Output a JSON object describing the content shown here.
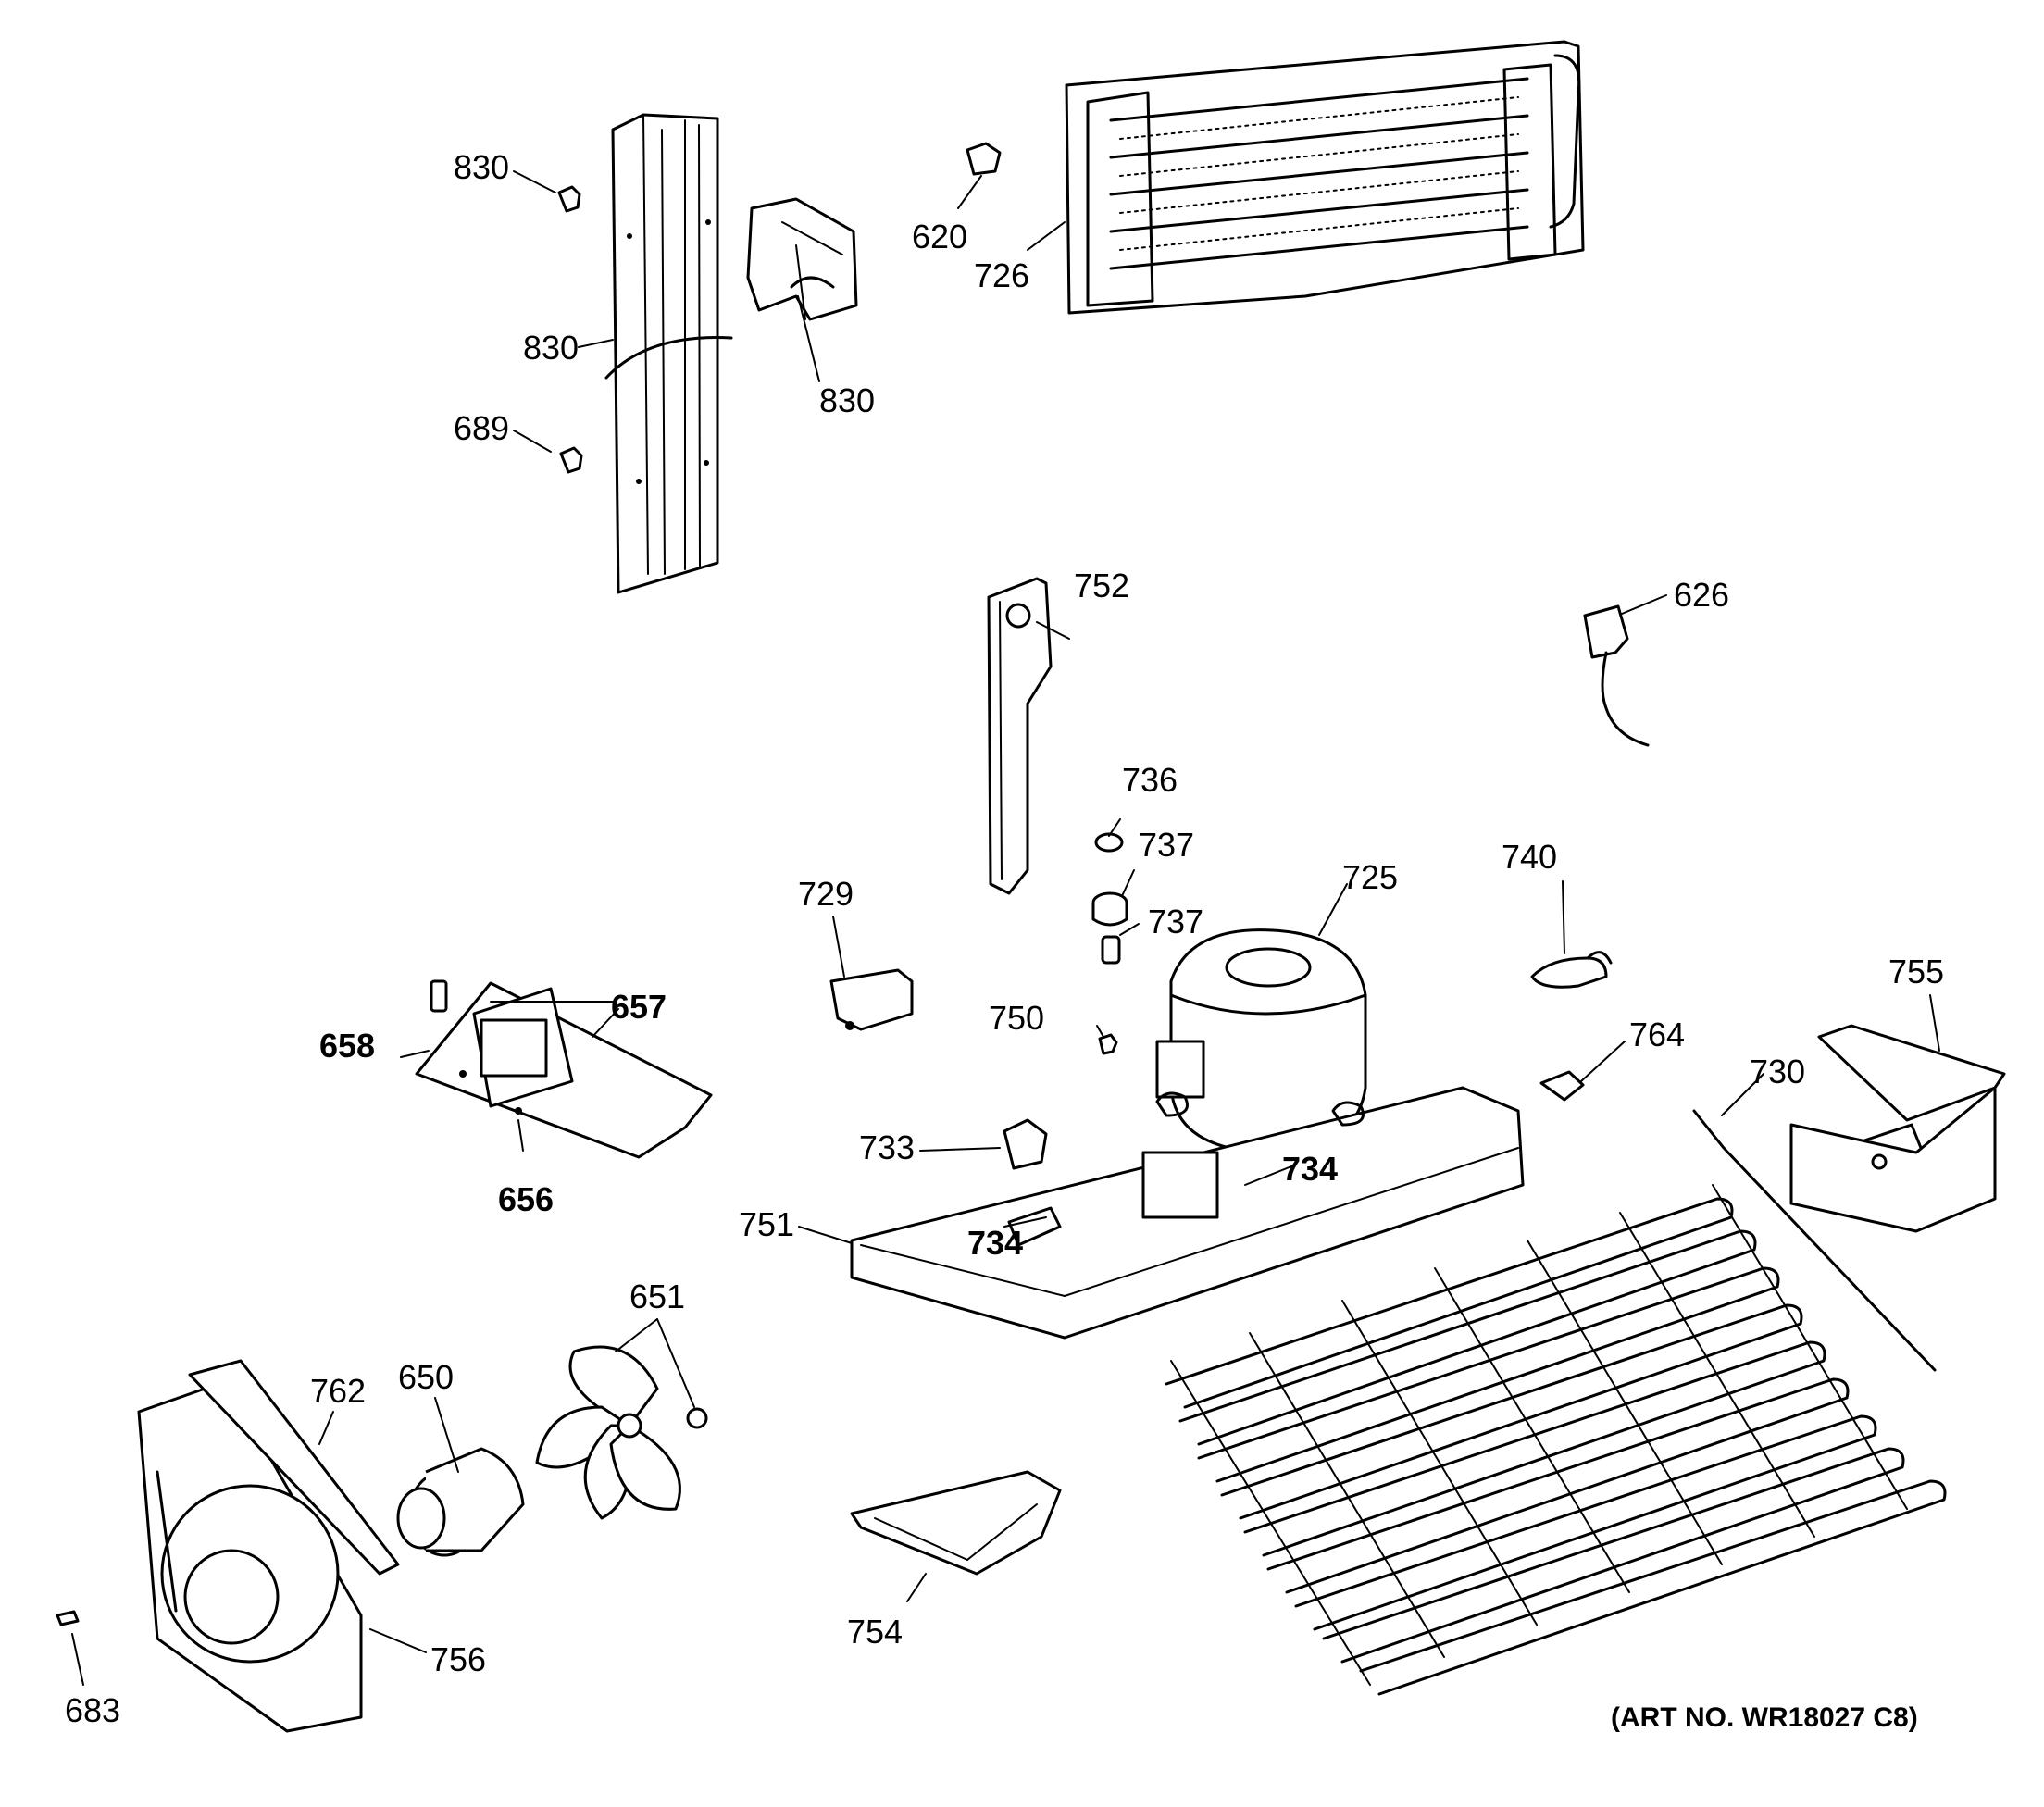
{
  "callouts": {
    "c830a": "830",
    "c830b": "830",
    "c830c": "830",
    "c689": "689",
    "c620": "620",
    "c726": "726",
    "c752": "752",
    "c626": "626",
    "c736": "736",
    "c737a": "737",
    "c737b": "737",
    "c729": "729",
    "c725": "725",
    "c740": "740",
    "c755": "755",
    "c657": "657",
    "c658": "658",
    "c656": "656",
    "c750": "750",
    "c764": "764",
    "c730": "730",
    "c733": "733",
    "c734a": "734",
    "c734b": "734",
    "c751": "751",
    "c651": "651",
    "c762": "762",
    "c650": "650",
    "c754": "754",
    "c756": "756",
    "c683": "683"
  },
  "art_number": "(ART NO. WR18027  C8)"
}
